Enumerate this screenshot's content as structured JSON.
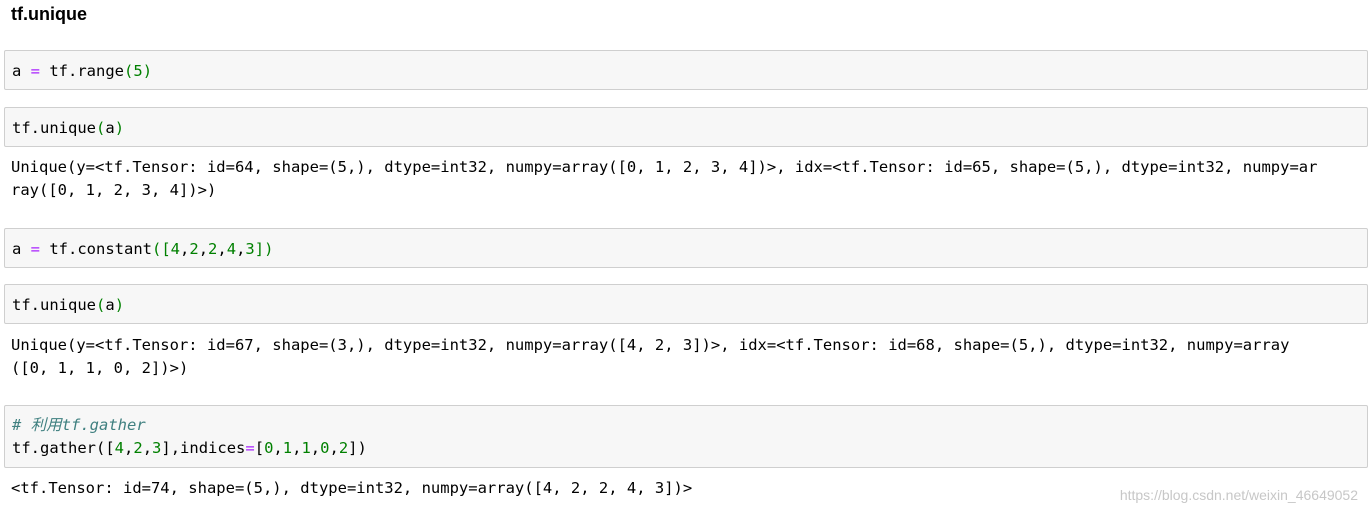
{
  "heading": "tf.unique",
  "cells": [
    {
      "input": [
        [
          [
            "a ",
            "plain"
          ],
          [
            "=",
            "op"
          ],
          [
            " tf.range",
            "plain"
          ],
          [
            "(",
            "par"
          ],
          [
            "5",
            "num"
          ],
          [
            ")",
            "par"
          ]
        ]
      ]
    },
    {
      "input": [
        [
          [
            "tf.unique",
            "plain"
          ],
          [
            "(",
            "par"
          ],
          [
            "a",
            "plain"
          ],
          [
            ")",
            "par"
          ]
        ]
      ],
      "output": [
        "Unique(y=<tf.Tensor: id=64, shape=(5,), dtype=int32, numpy=array([0, 1, 2, 3, 4])>, idx=<tf.Tensor: id=65, shape=(5,), dtype=int32, numpy=ar",
        "ray([0, 1, 2, 3, 4])>)"
      ]
    },
    {
      "input": [
        [
          [
            "a ",
            "plain"
          ],
          [
            "=",
            "op"
          ],
          [
            " tf.constant",
            "plain"
          ],
          [
            "([",
            "par"
          ],
          [
            "4",
            "num"
          ],
          [
            ",",
            "plain"
          ],
          [
            "2",
            "num"
          ],
          [
            ",",
            "plain"
          ],
          [
            "2",
            "num"
          ],
          [
            ",",
            "plain"
          ],
          [
            "4",
            "num"
          ],
          [
            ",",
            "plain"
          ],
          [
            "3",
            "num"
          ],
          [
            "])",
            "par"
          ]
        ]
      ]
    },
    {
      "input": [
        [
          [
            "tf.unique",
            "plain"
          ],
          [
            "(",
            "par"
          ],
          [
            "a",
            "plain"
          ],
          [
            ")",
            "par"
          ]
        ]
      ],
      "output": [
        "Unique(y=<tf.Tensor: id=67, shape=(3,), dtype=int32, numpy=array([4, 2, 3])>, idx=<tf.Tensor: id=68, shape=(5,), dtype=int32, numpy=array",
        "([0, 1, 1, 0, 2])>)"
      ]
    },
    {
      "input": [
        [
          [
            "# 利用tf.gather",
            "com"
          ]
        ],
        [
          [
            "tf.gather",
            "plain"
          ],
          [
            "([",
            "plain"
          ],
          [
            "4",
            "num"
          ],
          [
            ",",
            "plain"
          ],
          [
            "2",
            "num"
          ],
          [
            ",",
            "plain"
          ],
          [
            "3",
            "num"
          ],
          [
            "],indices",
            "plain"
          ],
          [
            "=",
            "op"
          ],
          [
            "[",
            "plain"
          ],
          [
            "0",
            "num"
          ],
          [
            ",",
            "plain"
          ],
          [
            "1",
            "num"
          ],
          [
            ",",
            "plain"
          ],
          [
            "1",
            "num"
          ],
          [
            ",",
            "plain"
          ],
          [
            "0",
            "num"
          ],
          [
            ",",
            "plain"
          ],
          [
            "2",
            "num"
          ],
          [
            "])",
            "plain"
          ]
        ]
      ],
      "output": [
        "<tf.Tensor: id=74, shape=(5,), dtype=int32, numpy=array([4, 2, 2, 4, 3])>"
      ]
    }
  ],
  "watermark": "https://blog.csdn.net/weixin_46649052"
}
